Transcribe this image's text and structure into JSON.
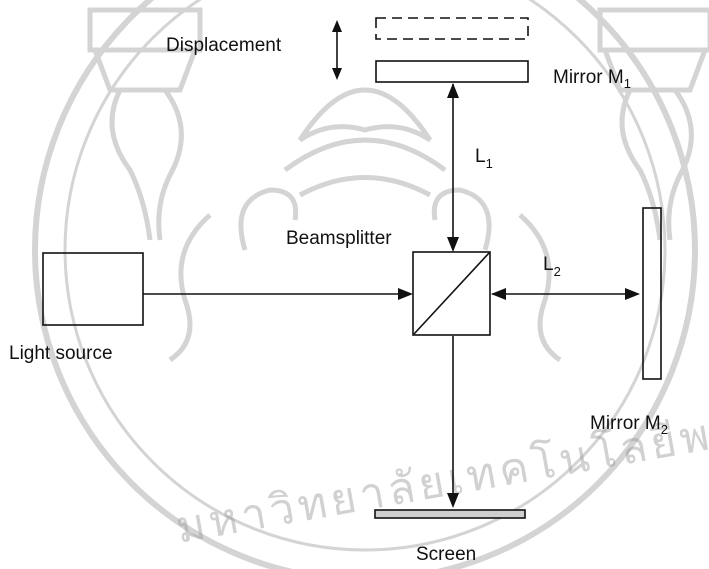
{
  "labels": {
    "displacement": "Displacement",
    "mirror_m1_text": "Mirror M",
    "mirror_m1_sub": "1",
    "l1_text": "L",
    "l1_sub": "1",
    "beamsplitter": "Beamsplitter",
    "l2_text": "L",
    "l2_sub": "2",
    "light_source": "Light source",
    "mirror_m2_text": "Mirror M",
    "mirror_m2_sub": "2",
    "screen": "Screen"
  },
  "watermark": {
    "kind": "university seal",
    "text": "มหาวิทยาลัยเทคโนโลยีพระจอมเกล้าธนบุรี",
    "color": "#9a9a9a"
  },
  "colors": {
    "ink": "#111111",
    "screen_fill": "#cfcfcf",
    "watermark": "#9a9a9a"
  }
}
